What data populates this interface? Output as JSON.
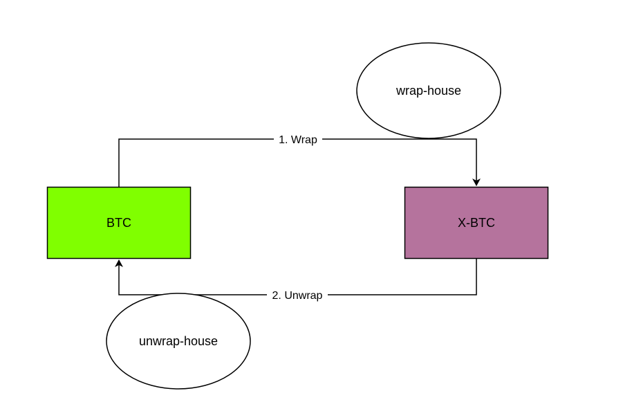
{
  "diagram": {
    "nodes": {
      "btc": {
        "label": "BTC",
        "fill": "#80ff00",
        "stroke": "#000000"
      },
      "xbtc": {
        "label": "X-BTC",
        "fill": "#b5739d",
        "stroke": "#000000"
      },
      "wrap_house": {
        "label": "wrap-house",
        "fill": "#ffffff",
        "stroke": "#000000"
      },
      "unwrap_house": {
        "label": "unwrap-house",
        "fill": "#ffffff",
        "stroke": "#000000"
      }
    },
    "edges": {
      "wrap": {
        "label": "1. Wrap",
        "from": "BTC",
        "to": "X-BTC"
      },
      "unwrap": {
        "label": "2. Unwrap",
        "from": "X-BTC",
        "to": "BTC"
      }
    },
    "colors": {
      "line": "#000000",
      "background": "#ffffff"
    }
  }
}
